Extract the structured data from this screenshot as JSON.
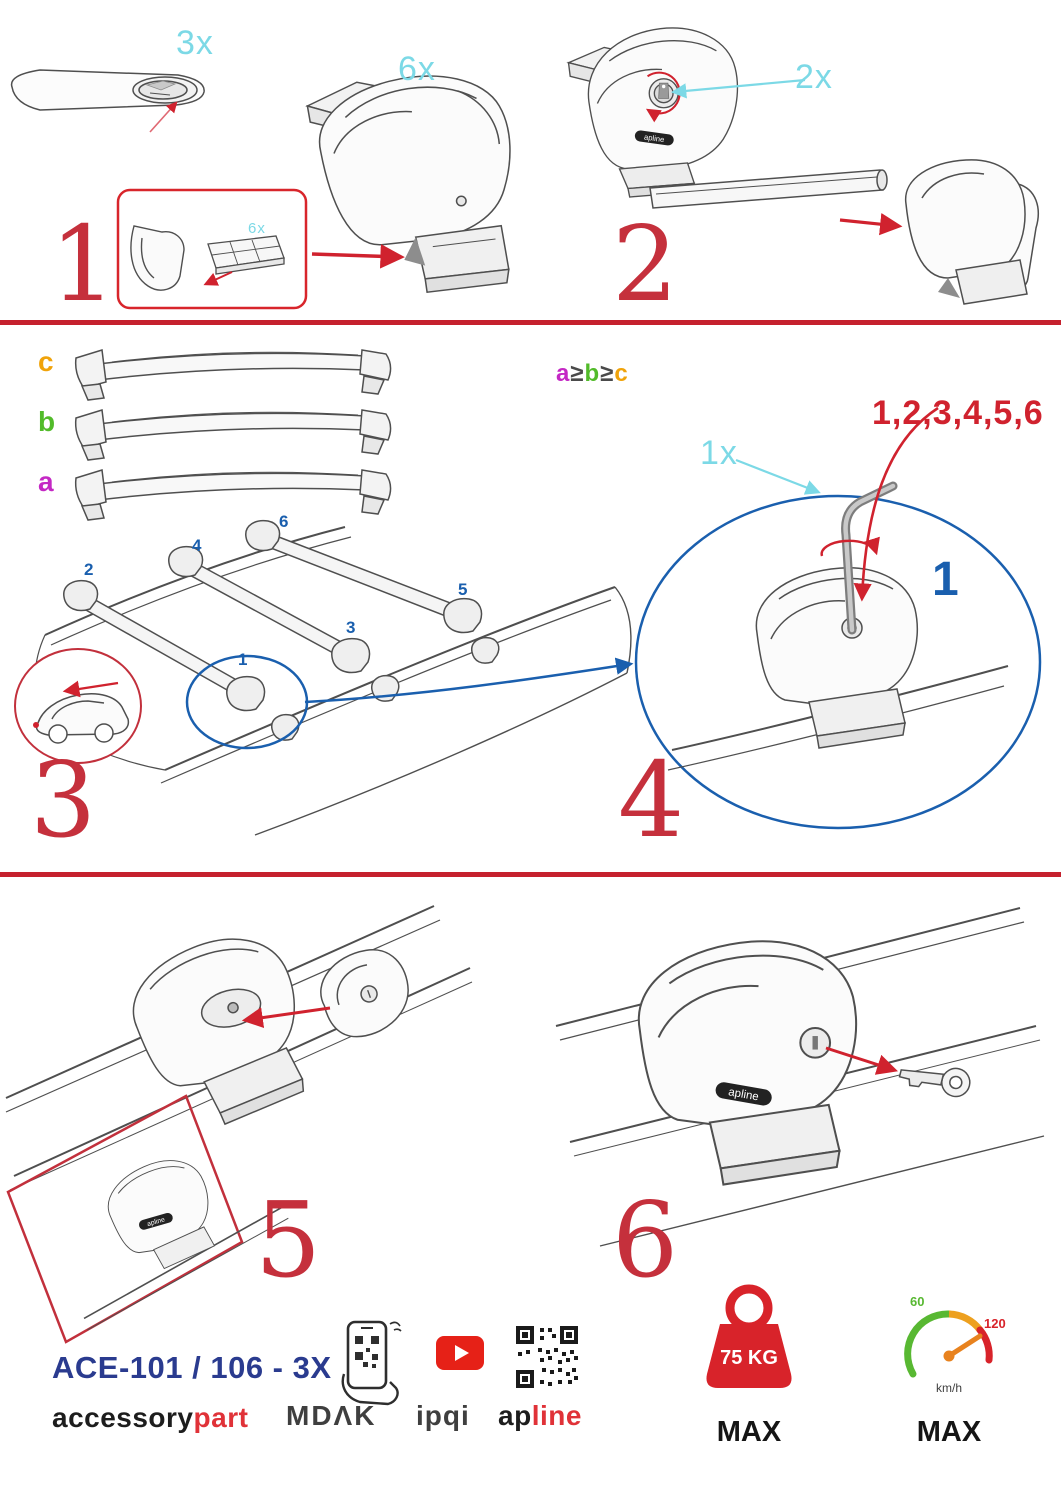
{
  "colors": {
    "step_number": "#c5303c",
    "divider": "#c5212e",
    "accent_red": "#d0222e",
    "cyan": "#7cd9e6",
    "blue": "#1a5fae",
    "navy": "#2a3b8f",
    "green": "#52bb2a",
    "purple": "#c428c4",
    "orange": "#f0a30a",
    "brand_red": "#e03238"
  },
  "steps": {
    "s1": {
      "num": "1",
      "bar_qty": "3x",
      "foot_qty": "6x",
      "pad_qty": "6x"
    },
    "s2": {
      "num": "2",
      "lock_qty": "2x"
    },
    "s3": {
      "num": "3",
      "label_c": "c",
      "label_b": "b",
      "label_a": "a",
      "rule_a": "a",
      "rule_gte1": "≥",
      "rule_b": "b",
      "rule_gte2": "≥",
      "rule_c": "c",
      "pos1": "1",
      "pos2": "2",
      "pos3": "3",
      "pos4": "4",
      "pos5": "5",
      "pos6": "6"
    },
    "s4": {
      "num": "4",
      "sequence": "1,2,3,4,5,6",
      "tool_qty": "1x",
      "callout": "1"
    },
    "s5": {
      "num": "5"
    },
    "s6": {
      "num": "6"
    }
  },
  "brand_tag": "apline",
  "footer": {
    "model": "ACE-101 / 106 - 3X",
    "accessory": "accessory",
    "part": "part",
    "mdak": "MDΛK",
    "ipqi": "ipqi",
    "ap": "ap",
    "line": "line",
    "weight": "75 KG",
    "weight_max": "MAX",
    "speed_low": "60",
    "speed_high": "120",
    "speed_unit": "km/h",
    "speed_max": "MAX"
  }
}
